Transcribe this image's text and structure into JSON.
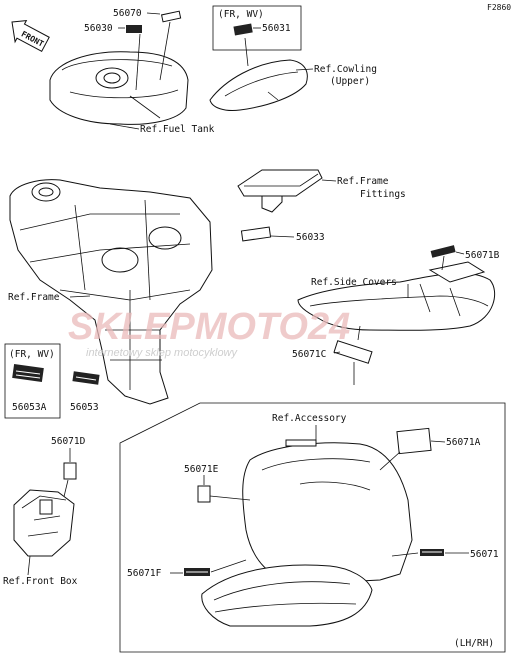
{
  "figure_code": "F2860",
  "front_label": "FRONT",
  "regional_note_top": "(FR, WV)",
  "regional_note_left": "(FR, WV)",
  "variant_note": "(LH/RH)",
  "part_numbers": {
    "p56070": "56070",
    "p56030": "56030",
    "p56031": "56031",
    "p56033": "56033",
    "p56071B": "56071B",
    "p56071C": "56071C",
    "p56053A": "56053A",
    "p56053": "56053",
    "p56071D": "56071D",
    "p56071E": "56071E",
    "p56071A": "56071A",
    "p56071": "56071",
    "p56071F": "56071F"
  },
  "references": {
    "cowling_upper_1": "Ref.Cowling",
    "cowling_upper_2": "(Upper)",
    "fuel_tank": "Ref.Fuel Tank",
    "frame_fittings_1": "Ref.Frame",
    "frame_fittings_2": "Fittings",
    "frame": "Ref.Frame",
    "side_covers": "Ref.Side Covers",
    "accessory": "Ref.Accessory",
    "front_box": "Ref.Front Box"
  },
  "watermark": {
    "brand": "SKLEPMOTO24",
    "tagline": "internetowy sklep motocyklowy",
    "colors": {
      "brand": "#e9b9b9",
      "tagline": "#c9c9c9"
    }
  }
}
